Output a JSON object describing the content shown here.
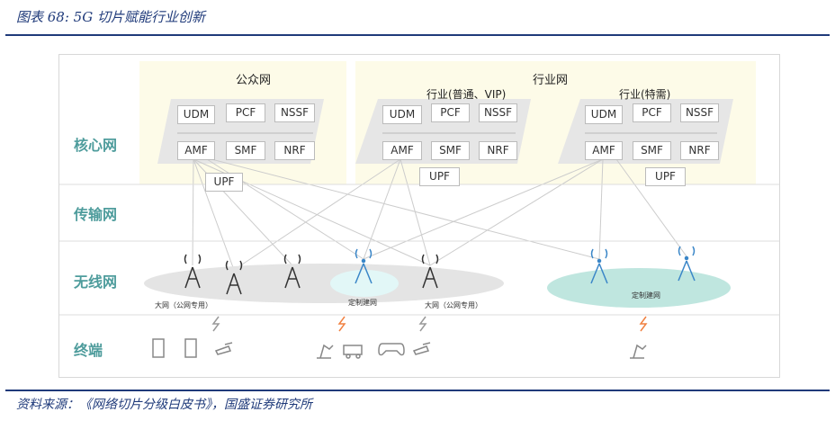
{
  "title": "图表 68:  5G 切片赋能行业创新",
  "source": "资料来源：《网络切片分级白皮书》，国盛证券研究所",
  "rows": {
    "core": "核心网",
    "transport": "传输网",
    "wireless": "无线网",
    "terminal": "终端"
  },
  "public": {
    "title": "公众网",
    "nf": [
      "UDM",
      "PCF",
      "NSSF",
      "AMF",
      "SMF",
      "NRF"
    ],
    "upf": "UPF"
  },
  "industry": {
    "title": "行业网",
    "slice1": {
      "title": "行业(普通、VIP)",
      "nf": [
        "UDM",
        "PCF",
        "NSSF",
        "AMF",
        "SMF",
        "NRF"
      ],
      "upf": "UPF"
    },
    "slice2": {
      "title": "行业(特需)",
      "nf": [
        "UDM",
        "PCF",
        "NSSF",
        "AMF",
        "SMF",
        "NRF"
      ],
      "upf": "UPF"
    }
  },
  "radio": {
    "public_left": "大网（公网专用）",
    "custom_mid": "定制建网",
    "public_right": "大网（公网专用）",
    "custom_right": "定制建网"
  },
  "colors": {
    "accent": "#1f3a7a",
    "teal": "#4e9c9c",
    "tower_blue": "#3a86c8",
    "lightning": "#f08040"
  }
}
